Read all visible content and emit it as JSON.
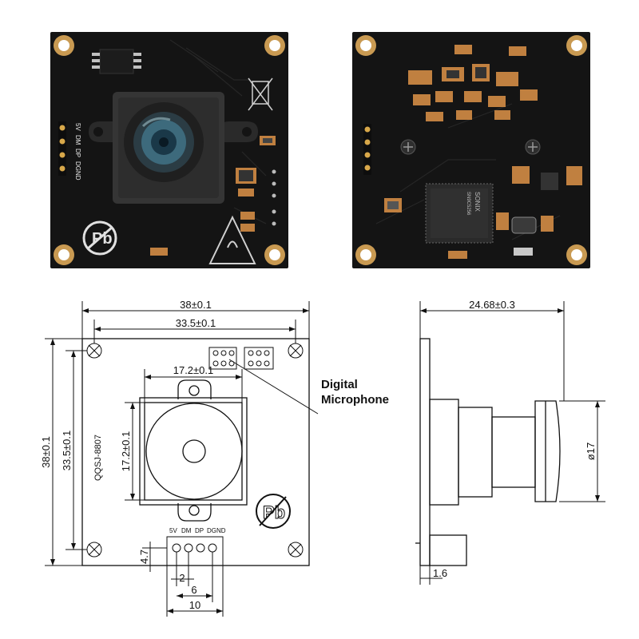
{
  "photos": {
    "front": {
      "pin_labels": [
        "5V",
        "DM",
        "DP",
        "DGND"
      ]
    },
    "back": {
      "chip_text": [
        "SONIX",
        "SN9C5256"
      ]
    }
  },
  "drawing_front": {
    "width_outer": "38±0.1",
    "width_holes": "33.5±0.1",
    "lens_width": "17.2±0.1",
    "height_outer": "38±0.1",
    "height_holes": "33.5±0.1",
    "lens_height": "17.2±0.1",
    "model": "QQSJ-8807",
    "pb_label": "Pb",
    "pin_labels": [
      "5V",
      "DM",
      "DP",
      "DGND"
    ],
    "pin_offset": "4.7",
    "pitch": "2",
    "span": "6",
    "connector_width": "10"
  },
  "callout": {
    "line1": "Digital",
    "line2": "Microphone"
  },
  "drawing_side": {
    "depth": "24.68±0.3",
    "diameter": "ø17",
    "board_thickness": "1.6"
  }
}
